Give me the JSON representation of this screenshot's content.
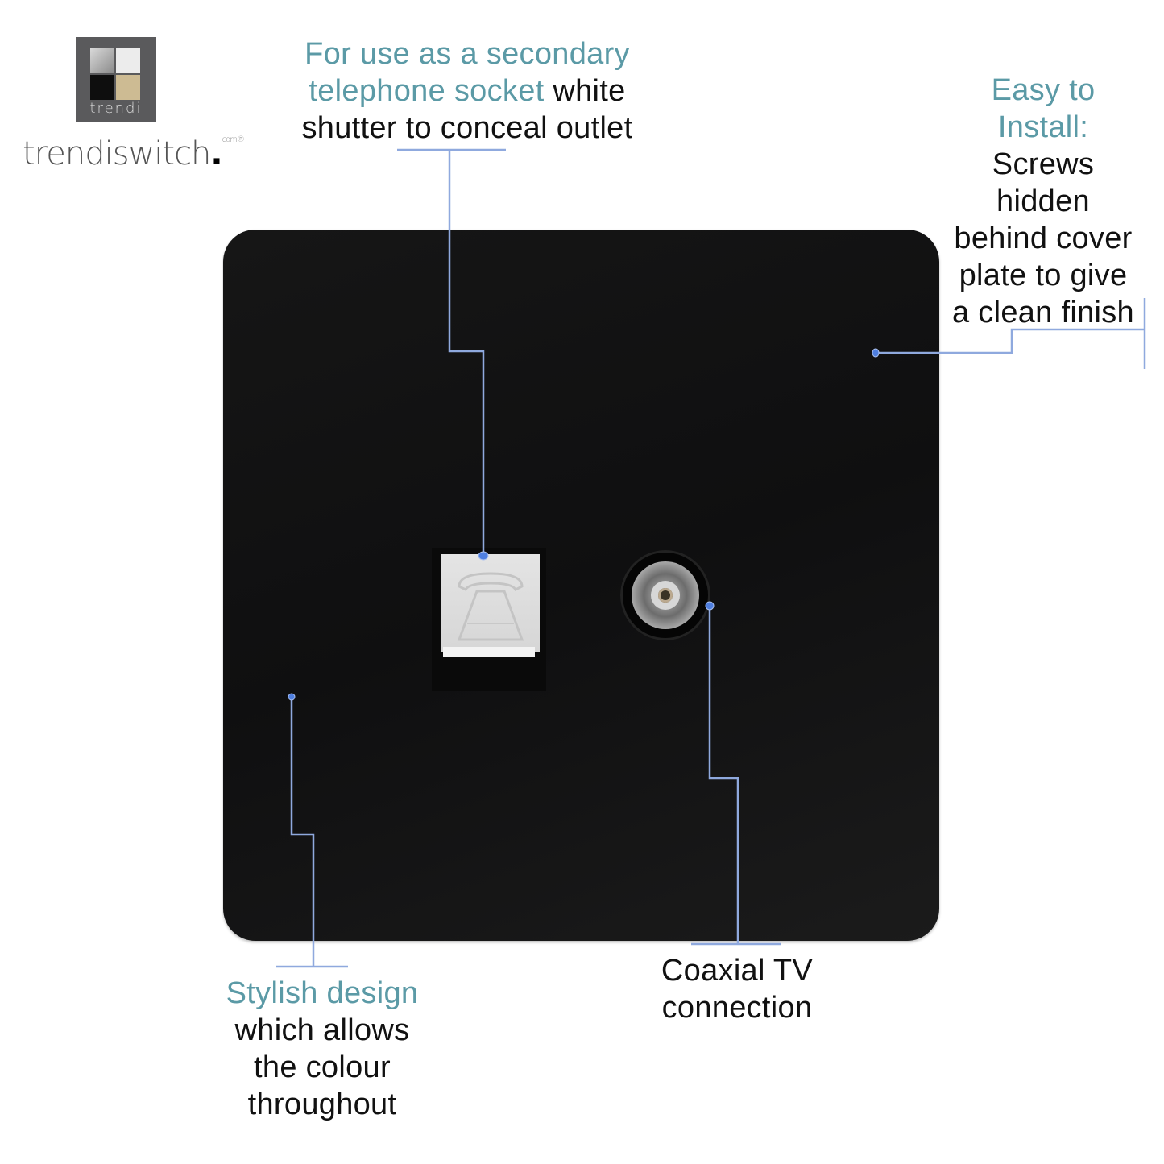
{
  "brand": {
    "logo_word": "trendi",
    "wordmark": "trendiswitch",
    "wordmark_dot": ".",
    "wordmark_suffix": "com®"
  },
  "product": {
    "name": "Black single telephone and coaxial TV socket plate",
    "plate_color": "#121212",
    "phone_icon": "telephone-icon"
  },
  "callouts": {
    "top": {
      "accent": [
        "For use as a secondary",
        "telephone socket"
      ],
      "rest_line2": " white",
      "rest_line3": "shutter to conceal outlet"
    },
    "right": {
      "accent": [
        "Easy to",
        "Install:"
      ],
      "rest": [
        "Screws",
        "hidden",
        "behind cover",
        "plate to give",
        "a clean finish"
      ]
    },
    "bottom_left": {
      "accent": "Stylish design",
      "rest": [
        "which allows",
        "the colour",
        "throughout"
      ]
    },
    "bottom_right": {
      "rest": [
        "Coaxial TV",
        "connection"
      ]
    }
  },
  "colors": {
    "accent_text": "#5b9aa6",
    "leader_line": "#8fa9de",
    "leader_dot": "#4f7fe0"
  }
}
